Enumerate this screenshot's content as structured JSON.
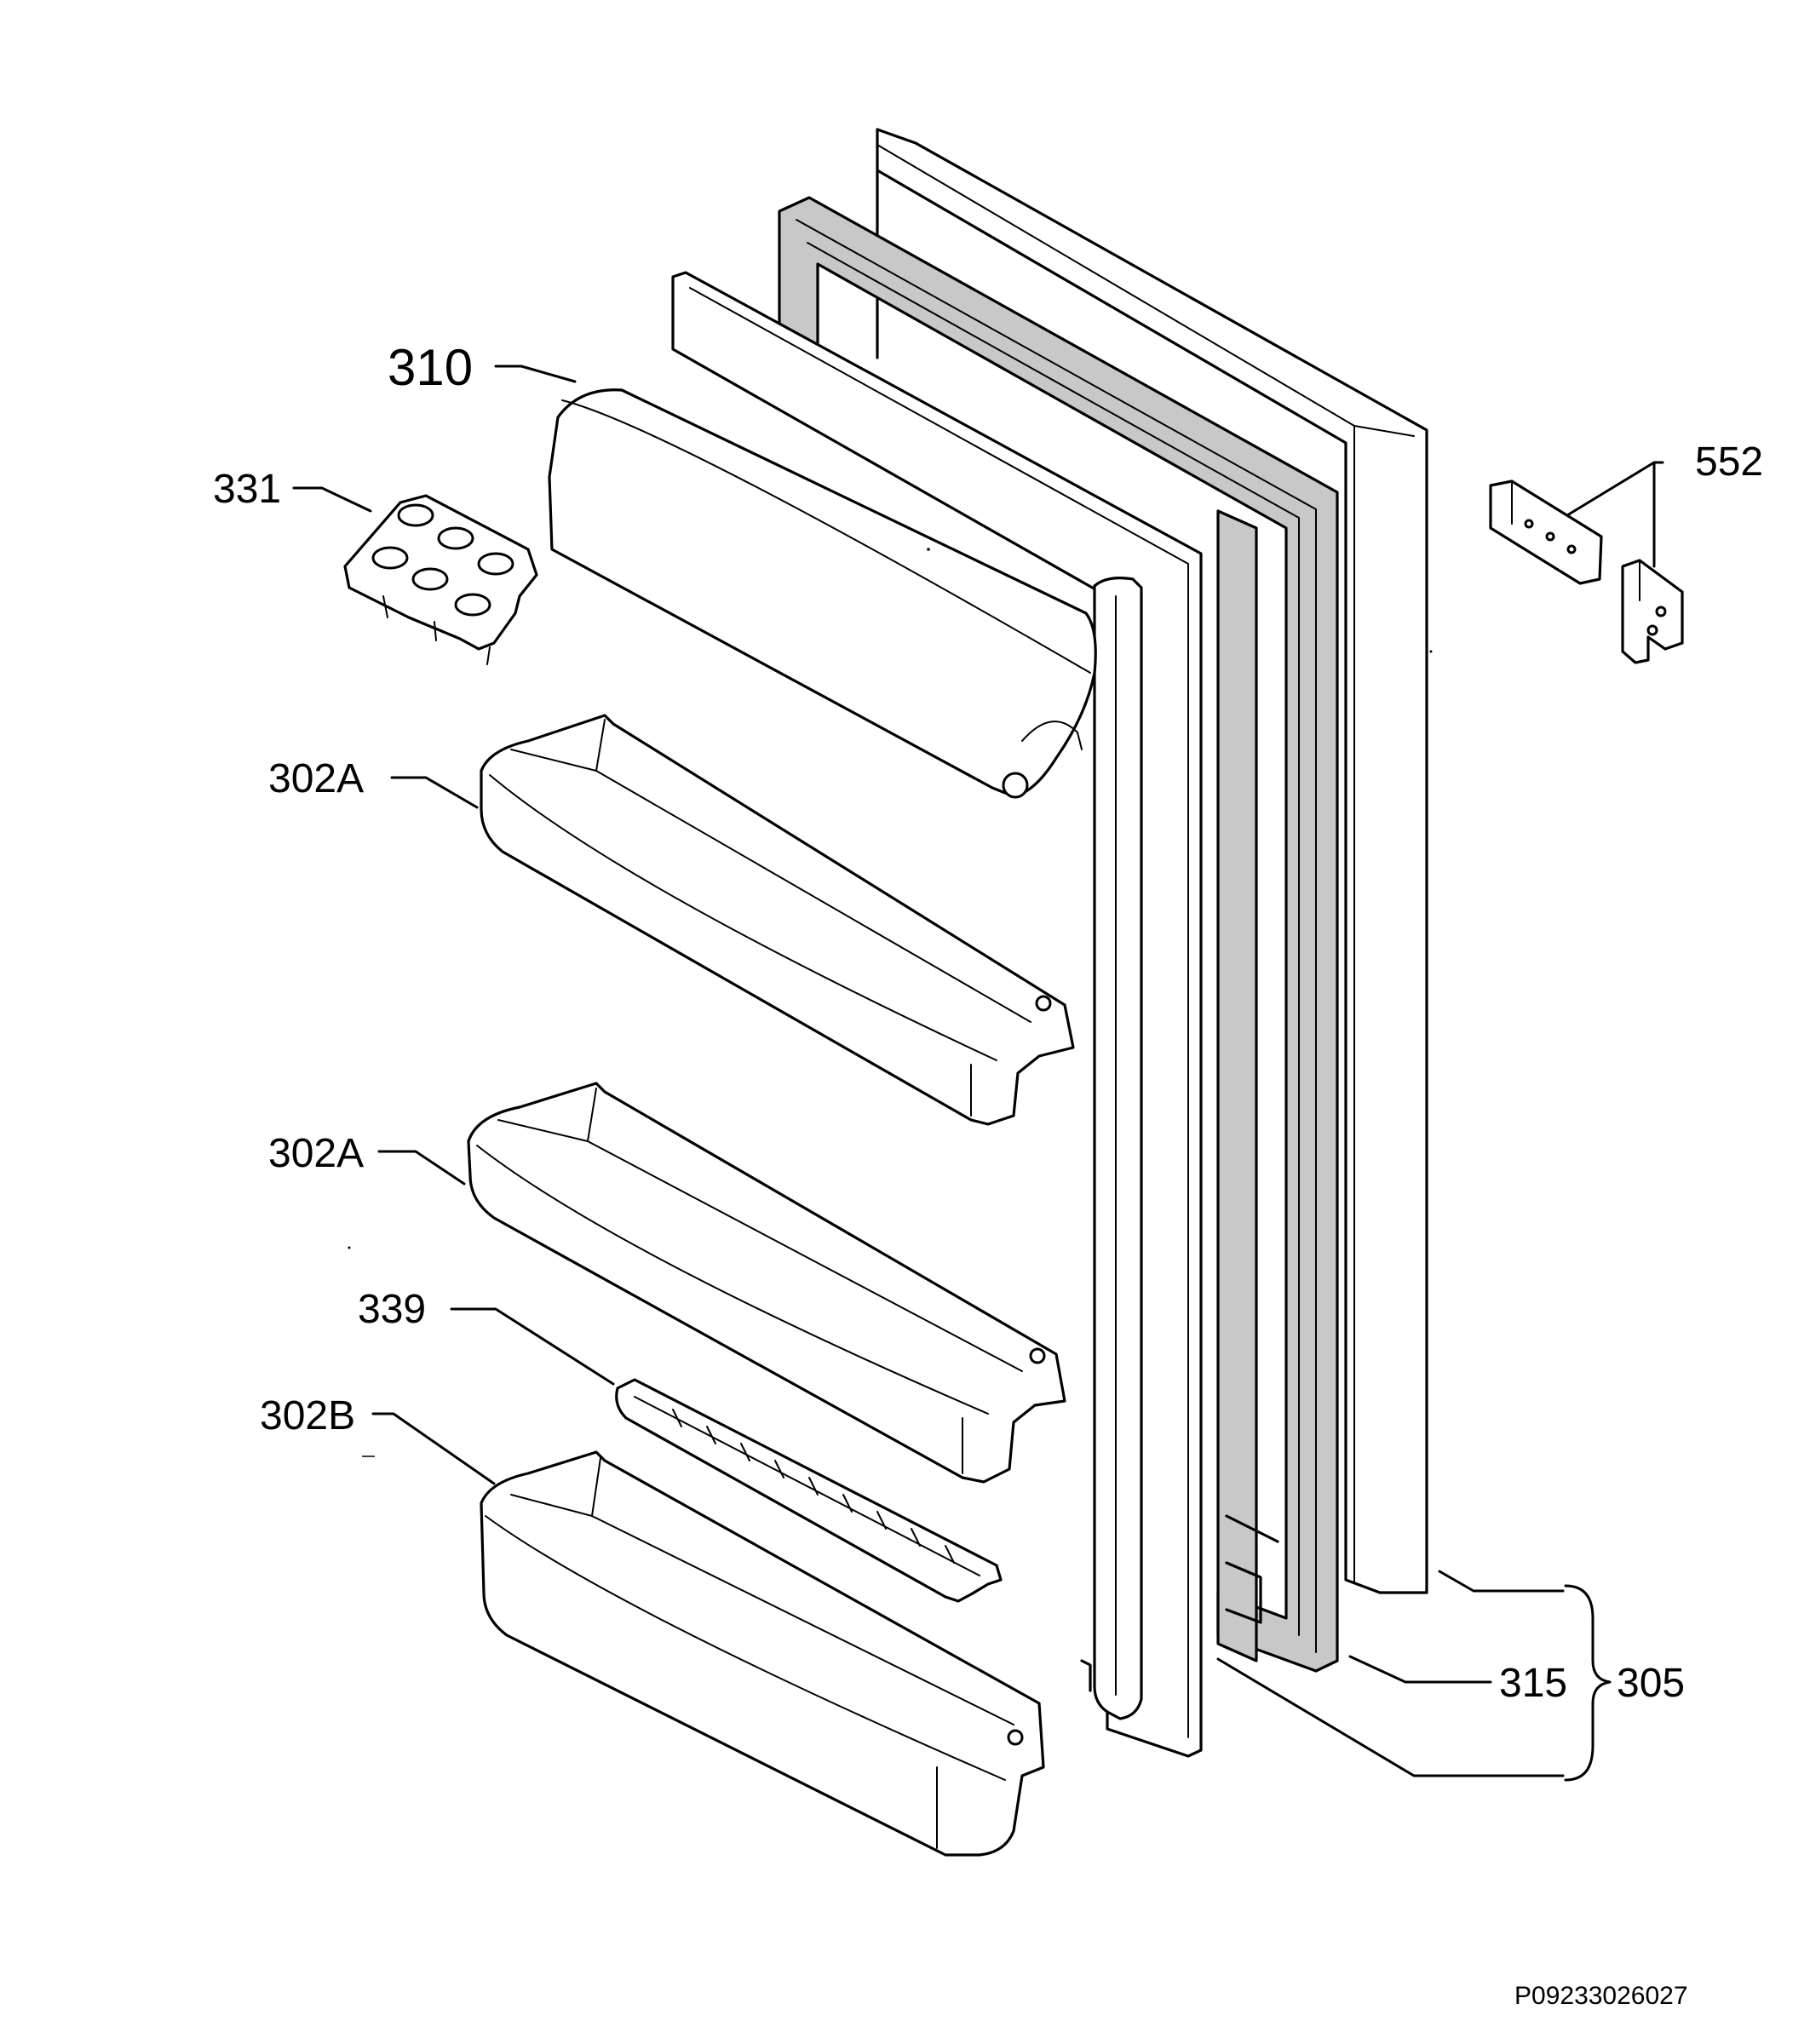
{
  "labels": {
    "door_shelf_cover": "310",
    "egg_tray": "331",
    "door_shelf_upper": "302A",
    "door_shelf_middle": "302A",
    "bottle_retainer": "339",
    "bottle_shelf": "302B",
    "hinge_set": "552",
    "door_gasket": "315",
    "door_assembly": "305"
  },
  "drawing_code": "P09233026027"
}
